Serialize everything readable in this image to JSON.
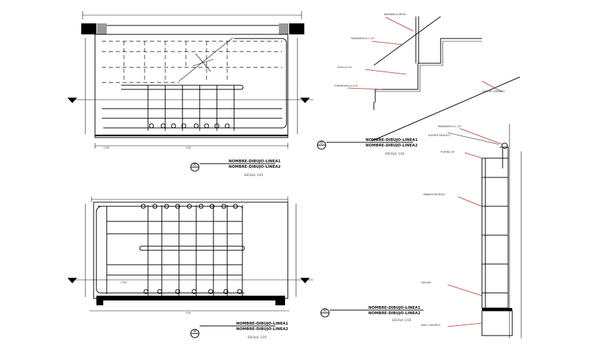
{
  "details": [
    {
      "id": "plan-top",
      "number": "00",
      "line1": "NOMBRE-DIBUJO-LINEA1",
      "line2": "NOMBRE-DIBUJO-LINEA2",
      "scale": "ESCALA: 1/25"
    },
    {
      "id": "section-stair",
      "number": "00",
      "line1": "NOMBRE-DIBUJO-LINEA1",
      "line2": "NOMBRE-DIBUJO-LINEA2",
      "scale": "ESCALA: 1/10"
    },
    {
      "id": "plan-bottom",
      "number": "00",
      "line1": "NOMBRE-DIBUJO-LINEA1",
      "line2": "NOMBRE-DIBUJO-LINEA2",
      "scale": "ESCALA: 1/25"
    },
    {
      "id": "railing-elevation",
      "number": "00",
      "line1": "NOMBRE-DIBUJO-LINEA1",
      "line2": "NOMBRE-DIBUJO-LINEA2",
      "scale": "ESCALA: 1/10"
    }
  ],
  "colors": {
    "line": "#000000",
    "leader": "#b3261e",
    "background": "#ffffff"
  }
}
